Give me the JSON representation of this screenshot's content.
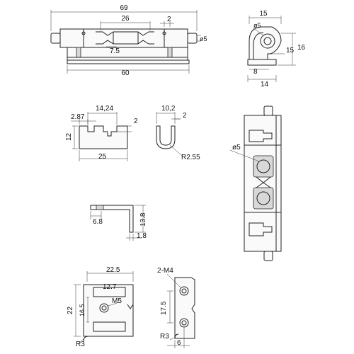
{
  "view_top": {
    "overall_width": "69",
    "center_width": "26",
    "slot_width": "2",
    "pin_diameter": "ø5",
    "slot_center": "7.5",
    "base_length": "60"
  },
  "view_side": {
    "width": "15",
    "hole_diameter": "ø5",
    "height": "16",
    "step": "15",
    "base_offset": "8",
    "depth": "14"
  },
  "view_leaf": {
    "width": "14,24",
    "offset": "2.87",
    "slot": "2",
    "height": "12",
    "length": "25"
  },
  "view_clip": {
    "width": "10,2",
    "gap": "2",
    "radius": "R2.55"
  },
  "view_front": {
    "pin_diameter": "ø5"
  },
  "view_bracket": {
    "lip": "6.8",
    "height": "13.8",
    "thickness": "1.8"
  },
  "view_plate": {
    "width": "22.5",
    "slot_length": "12.7",
    "thread": "M5",
    "height": "22",
    "hole_pitch": "16.5",
    "radius": "R3"
  },
  "view_mount": {
    "thread": "2-M4",
    "pitch": "17.5",
    "radius": "R3",
    "edge": "6"
  }
}
